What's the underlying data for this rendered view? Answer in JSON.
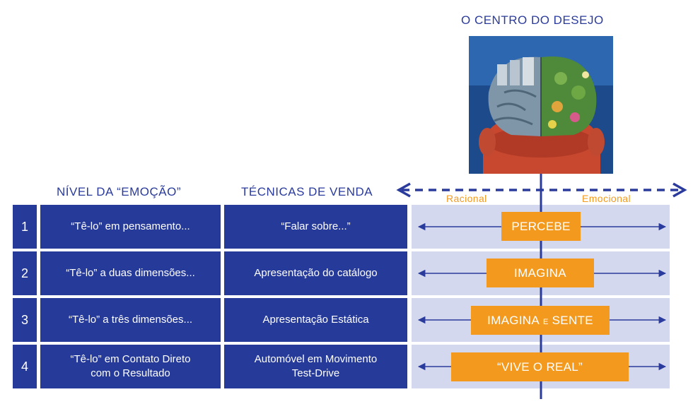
{
  "header": {
    "title": "O CENTRO DO DESEJO",
    "col_emotion": "NÍVEL DA “EMOÇÃO”",
    "col_techniques": "TÉCNICAS DE VENDA"
  },
  "axis": {
    "left_label": "Racional",
    "right_label": "Emocional"
  },
  "rows": [
    {
      "num": "1",
      "emotion_l1": "“Tê-lo” em pensamento...",
      "emotion_l2": "",
      "technique_l1": "“Falar sobre...”",
      "technique_l2": "",
      "state_a": "PERCEBE",
      "state_join": "",
      "state_b": ""
    },
    {
      "num": "2",
      "emotion_l1": "“Tê-lo” a duas dimensões...",
      "emotion_l2": "",
      "technique_l1": "Apresentação do catálogo",
      "technique_l2": "",
      "state_a": "IMAGINA",
      "state_join": "",
      "state_b": ""
    },
    {
      "num": "3",
      "emotion_l1": "“Tê-lo” a três dimensões...",
      "emotion_l2": "",
      "technique_l1": "Apresentação Estática",
      "technique_l2": "",
      "state_a": "IMAGINA",
      "state_join": "E",
      "state_b": "SENTE"
    },
    {
      "num": "4",
      "emotion_l1": "“Tê-lo” em Contato Direto",
      "emotion_l2": "com o Resultado",
      "technique_l1": "Automóvel em Movimento",
      "technique_l2": "Test-Drive",
      "state_a": "“VIVE O REAL”",
      "state_join": "",
      "state_b": ""
    }
  ],
  "colors": {
    "navy": "#263a9a",
    "heading_blue": "#2a3b9c",
    "orange": "#f39a1e",
    "row_band": "#d3d8ee"
  }
}
